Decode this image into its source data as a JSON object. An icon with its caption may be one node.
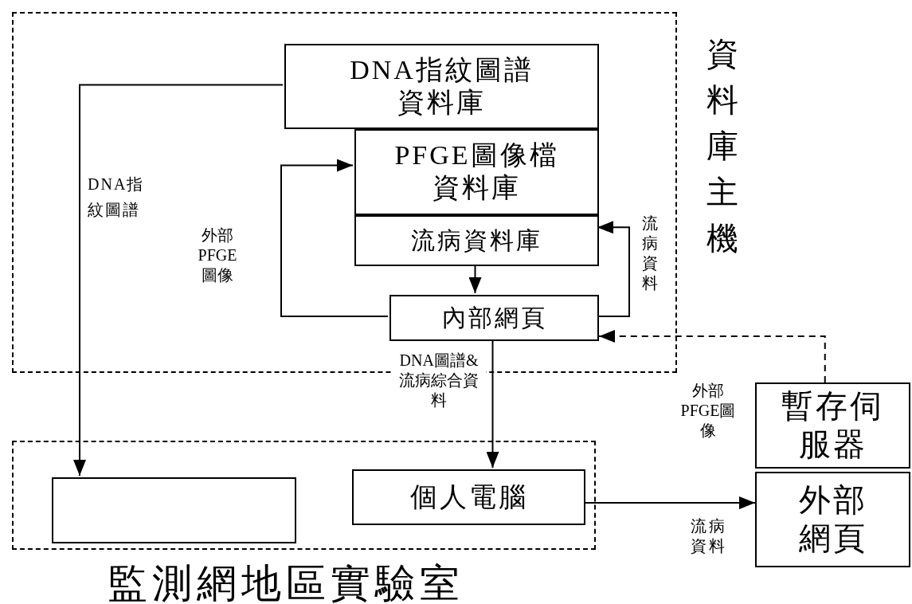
{
  "diagram": {
    "nodes": [
      {
        "text": [
          "資料庫主機"
        ]
      },
      {
        "text": [
          "DNA指紋圖譜資料庫"
        ],
        "in": 0
      },
      {
        "text": [
          "PFGE圖像檔資料庫"
        ],
        "in": 0
      },
      {
        "text": [
          "流病資料庫"
        ],
        "in": 0
      },
      {
        "text": [
          "內部網頁"
        ],
        "in": 0
      },
      {
        "text": [
          "監測網地區實驗室"
        ]
      },
      {
        "text": [],
        "shape": "box",
        "in": 5
      },
      {
        "text": [
          "個人電腦"
        ],
        "in": 5
      },
      {
        "text": [
          "暫存伺服器"
        ]
      },
      {
        "text": [
          "外部網頁"
        ]
      }
    ],
    "edges": [
      {
        "from": 1,
        "to": 6,
        "arrow": "to",
        "label": "DNA指紋圖譜"
      },
      {
        "from": 4,
        "to": 2,
        "arrow": "to",
        "label": "外部PFGE圖像"
      },
      {
        "from": 3,
        "to": 4,
        "arrow": "to"
      },
      {
        "from": 4,
        "to": 3,
        "arrow": "to",
        "label": "流病資料"
      },
      {
        "from": 8,
        "to": 4,
        "arrow": "to",
        "style": "dashed"
      },
      {
        "from": 4,
        "to": 7,
        "arrow": "to",
        "label": "DNA圖譜&流病綜合資料"
      },
      {
        "from": 7,
        "to": 9,
        "arrow": "to",
        "label": "外部PFGE圖像"
      }
    ],
    "labels": [
      "流病資料"
    ]
  }
}
